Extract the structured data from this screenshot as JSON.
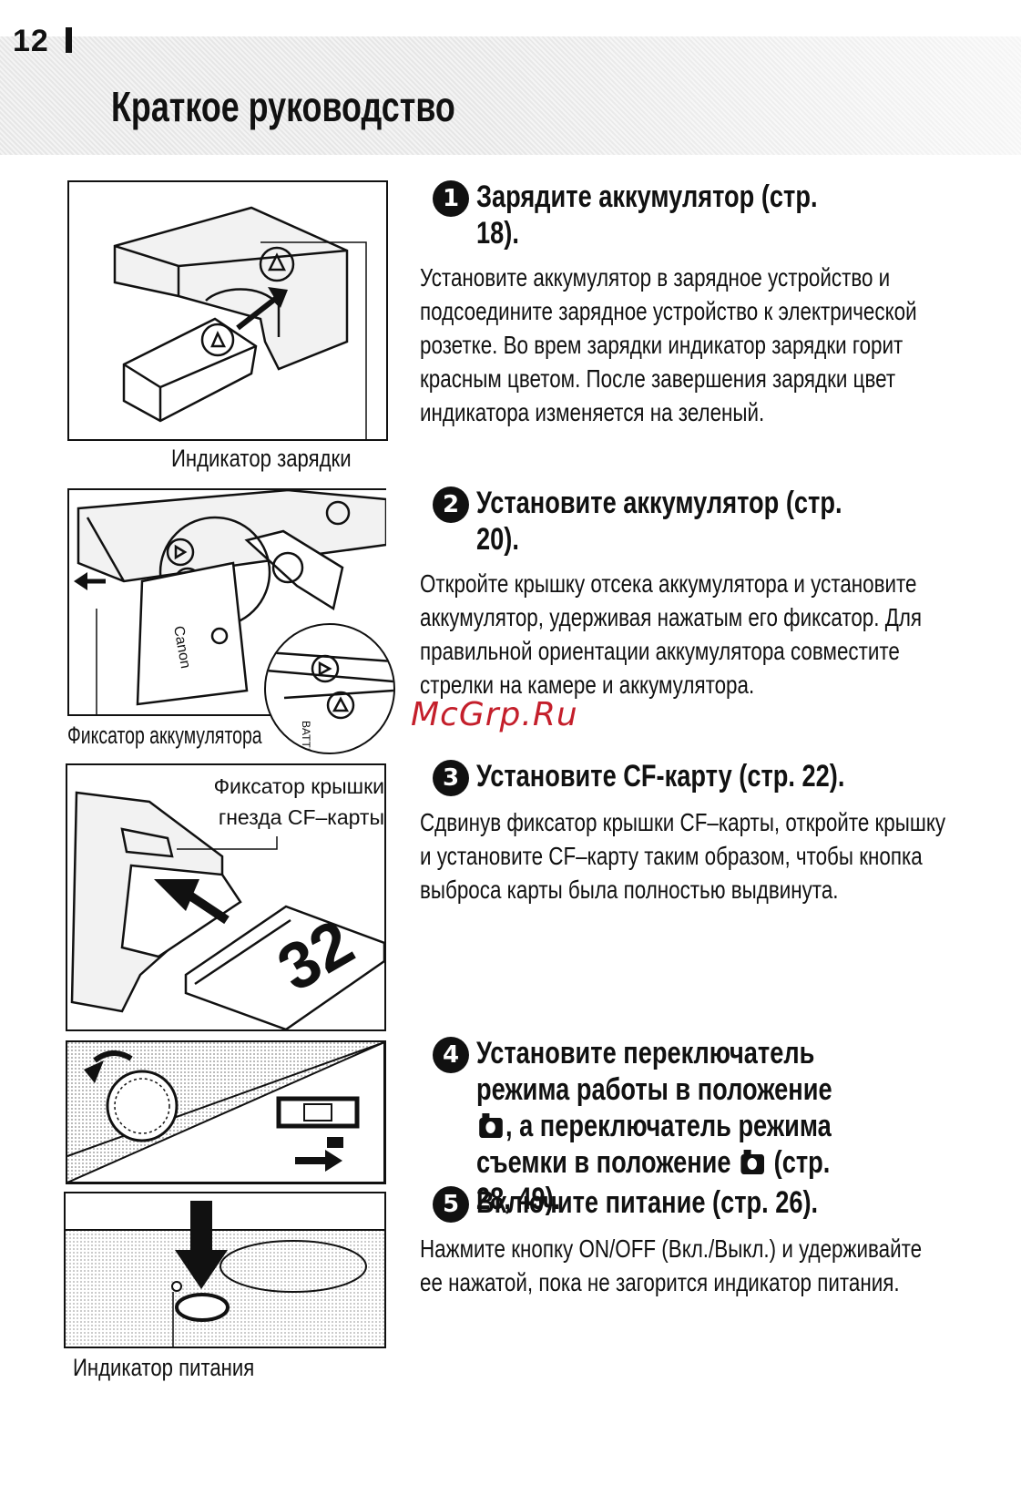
{
  "page": {
    "number": "12",
    "title": "Краткое руководство"
  },
  "figures": {
    "charger": {
      "caption": "Индикатор зарядки"
    },
    "battery": {
      "caption": "Фиксатор аккумулятора"
    },
    "cf": {
      "caption_line1": "Фиксатор крышки",
      "caption_line2": "гнезда CF–карты"
    },
    "power": {
      "caption": "Индикатор питания"
    }
  },
  "steps": [
    {
      "num": "1",
      "title": "Зарядите аккумулятор (стр. 18).",
      "body": "Установите аккумулятор в зарядное устройство и подсоедините зарядное устройство к электрической розетке. Во врем зарядки индикатор зарядки горит красным цветом. После завершения зарядки цвет индикатора изменяется на зеленый."
    },
    {
      "num": "2",
      "title": "Установите аккумулятор (стр. 20).",
      "body": "Откройте крышку отсека аккумулятора и установите аккумулятор, удерживая нажатым его фиксатор. Для правильной ориентации аккумулятора совместите стрелки на камере и аккумулятора."
    },
    {
      "num": "3",
      "title": "Установите CF-карту (стр. 22).",
      "body": "Сдвинув фиксатор крышки CF–карты, откройте крышку и установите CF–карту таким образом, чтобы кнопка выброса карты была полностью выдвинута."
    },
    {
      "num": "4",
      "title_a": "Установите переключатель режима работы в положение",
      "title_b": ", а переключатель режима съемки в положение",
      "title_c": "(стр. 28, 49)."
    },
    {
      "num": "5",
      "title": "Включите питание (стр. 26).",
      "body": "Нажмите кнопку ON/OFF (Вкл./Выкл.) и удерживайте ее нажатой, пока не загорится индикатор питания."
    }
  ],
  "watermark": "McGrp.Ru"
}
